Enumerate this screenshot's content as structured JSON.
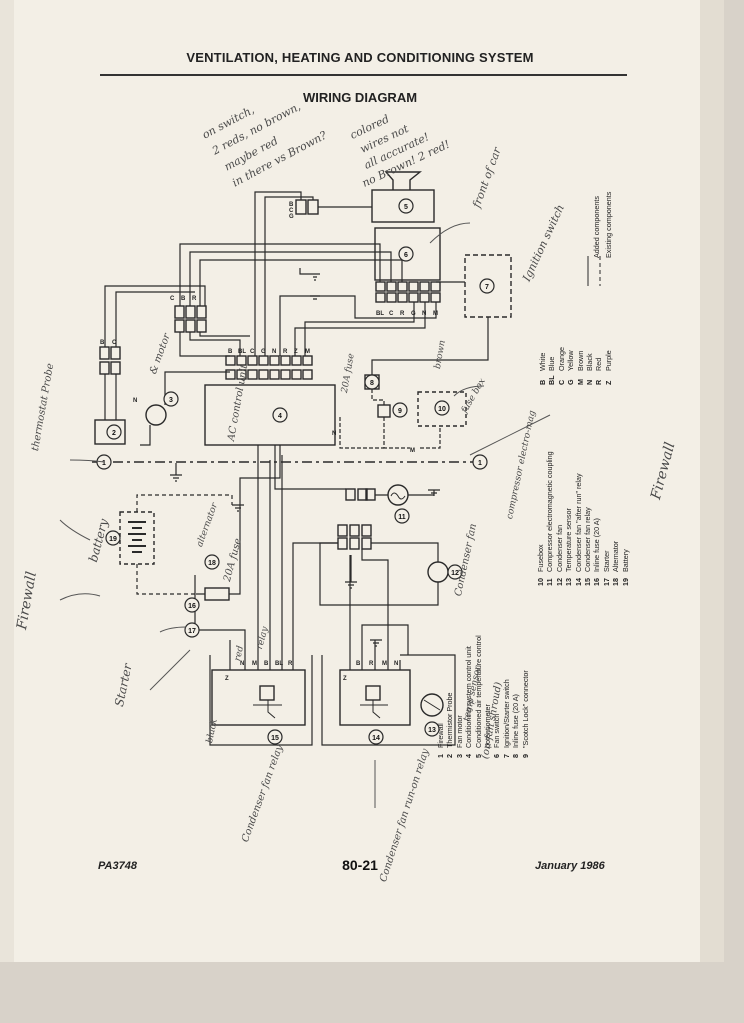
{
  "header": {
    "section_title": "VENTILATION, HEATING AND CONDITIONING SYSTEM",
    "diagram_title": "WIRING DIAGRAM"
  },
  "footer": {
    "code": "PA3748",
    "page_number": "80-21",
    "date": "January 1986"
  },
  "legend_lines": {
    "added": "Added components",
    "existing": "Existing components"
  },
  "color_codes": [
    {
      "code": "B",
      "name": "White"
    },
    {
      "code": "BL",
      "name": "Blue"
    },
    {
      "code": "C",
      "name": "Orange"
    },
    {
      "code": "G",
      "name": "Yellow"
    },
    {
      "code": "M",
      "name": "Brown"
    },
    {
      "code": "N",
      "name": "Black"
    },
    {
      "code": "R",
      "name": "Red"
    },
    {
      "code": "Z",
      "name": "Purple"
    }
  ],
  "components_col1": [
    {
      "num": "1",
      "name": "Firewall"
    },
    {
      "num": "2",
      "name": "Thermistor Probe"
    },
    {
      "num": "3",
      "name": "Fan motor"
    },
    {
      "num": "4",
      "name": "Conditioning system control unit"
    },
    {
      "num": "5",
      "name": "Conditioned air temperature control"
    },
    {
      "num": "",
      "name": "potentiometer"
    },
    {
      "num": "6",
      "name": "Fan switch"
    },
    {
      "num": "7",
      "name": "Ignition/Starter switch"
    },
    {
      "num": "8",
      "name": "Inline fuse (20 A)"
    },
    {
      "num": "9",
      "name": "\"Scotch Lock\" connector"
    }
  ],
  "components_col2": [
    {
      "num": "10",
      "name": "Fusebox"
    },
    {
      "num": "11",
      "name": "Compressor electromagnetic coupling"
    },
    {
      "num": "12",
      "name": "Condenser fan"
    },
    {
      "num": "13",
      "name": "Temperature sensor"
    },
    {
      "num": "14",
      "name": "Condenser fan \"after run\" relay"
    },
    {
      "num": "15",
      "name": "Condenser fan relay"
    },
    {
      "num": "16",
      "name": "Inline fuse (20 A)"
    },
    {
      "num": "17",
      "name": "Starter"
    },
    {
      "num": "18",
      "name": "Alternator"
    },
    {
      "num": "19",
      "name": "Battery"
    }
  ],
  "diagram": {
    "unit_markers": [
      "1",
      "2",
      "3",
      "4",
      "5",
      "6",
      "7",
      "8",
      "9",
      "10",
      "11",
      "12",
      "13",
      "14",
      "15",
      "16",
      "17",
      "18",
      "19"
    ],
    "unit4_wire_labels": [
      "B",
      "BL",
      "C",
      "G",
      "N",
      "R",
      "Z",
      "M"
    ],
    "unit6_wire_labels": [
      "BL",
      "C",
      "R",
      "G",
      "N",
      "M"
    ],
    "relay15_pins": [
      "Z",
      "N",
      "M",
      "B",
      "BL",
      "R"
    ],
    "relay14_pins": [
      "Z",
      "B",
      "R",
      "M",
      "N"
    ],
    "fan_motor_wire": "N",
    "connector_top": [
      "B",
      "C",
      "G"
    ],
    "connector_mid": [
      "C",
      "B",
      "R"
    ],
    "connector_left": [
      "B",
      "C"
    ],
    "relay_mid_wire": "N",
    "scotch_wire": "M"
  },
  "annotations": {
    "a1": "on switch,",
    "a2": "2 reds, no brown,",
    "a3": "maybe red",
    "a4": "in there vs Brown?",
    "a5": "colored",
    "a6": "wires not",
    "a7": "all accurate!",
    "a8": "no Brown! 2 red!",
    "a9": "front of car",
    "a10": "Ignition switch",
    "a11": "thermostat Probe",
    "a12": "& motor",
    "a13": "Firewall",
    "a14": "battery",
    "a15": "AC control unit",
    "a16": "20A fuse",
    "a17": "brown",
    "a18": "Firewall",
    "a19": "alternator",
    "a20": "20A fuse",
    "a21": "Starter",
    "a22": "Condenser fan",
    "a23": "compressor electro-mag",
    "a24": "fuse box",
    "a25": "relay",
    "a26": "(on fan shroud)",
    "a27": "temp sensor",
    "a28": "black",
    "a29": "red",
    "a30": "Condenser fan relay",
    "a31": "Condenser fan run-on relay"
  }
}
